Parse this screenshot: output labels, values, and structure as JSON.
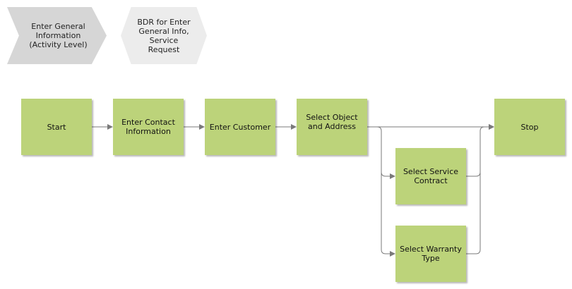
{
  "header_shapes": {
    "activity_level": "Enter General\nInformation\n(Activity Level)",
    "bdr": "BDR for Enter\nGeneral Info,\nService\nRequest"
  },
  "steps": {
    "start": "Start",
    "contact": "Enter Contact\nInformation",
    "customer": "Enter Customer",
    "object": "Select Object\nand Address",
    "stop": "Stop",
    "contract": "Select Service\nContract",
    "warranty": "Select Warranty\nType"
  },
  "colors": {
    "activity_fill": "#bcd37a",
    "chevron_dark": "#d6d6d6",
    "chevron_light": "#ececec",
    "connector": "#7a7a7a"
  }
}
